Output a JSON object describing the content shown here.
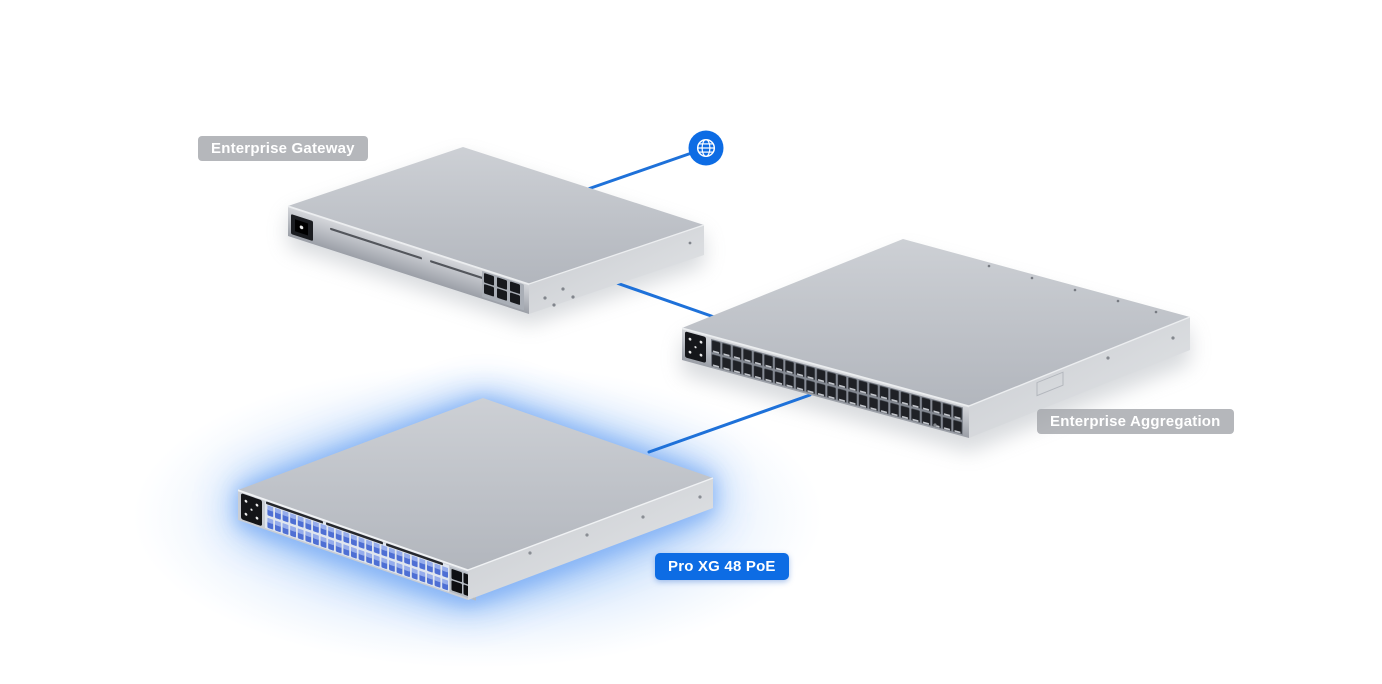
{
  "scene": {
    "devices": [
      {
        "id": "enterprise-gateway",
        "label": "Enterprise Gateway",
        "label_style": "gray",
        "selected": false
      },
      {
        "id": "enterprise-aggregation",
        "label": "Enterprise Aggregation",
        "label_style": "gray",
        "selected": false
      },
      {
        "id": "pro-xg-48-poe",
        "label": "Pro XG 48 PoE",
        "label_style": "blue",
        "selected": true
      }
    ],
    "icons": [
      {
        "name": "globe-icon"
      }
    ],
    "connections": [
      {
        "from": "globe",
        "to": "enterprise-gateway"
      },
      {
        "from": "enterprise-gateway",
        "to": "enterprise-aggregation"
      },
      {
        "from": "enterprise-aggregation",
        "to": "pro-xg-48-poe"
      }
    ],
    "colors": {
      "accent_blue": "#0d6ce4",
      "connection_line": "#1e71d9",
      "label_gray_bg": "rgba(160,163,168,0.78)",
      "selection_glow": "#5e9cf2",
      "background": "#ffffff"
    }
  }
}
